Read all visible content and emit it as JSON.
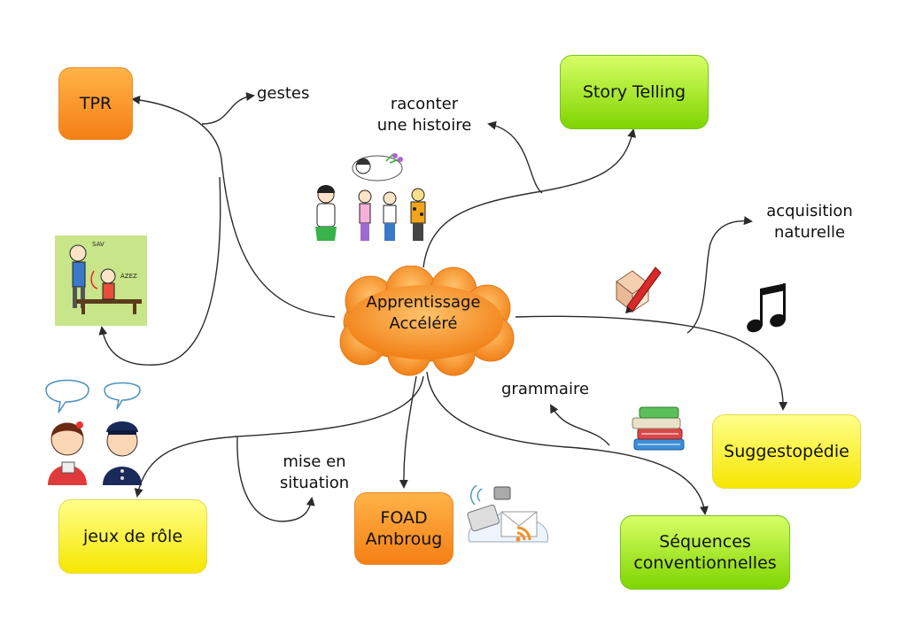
{
  "center": {
    "line1": "Apprentissage",
    "line2": "Accéléré"
  },
  "nodes": {
    "tpr": "TPR",
    "story": "Story Telling",
    "suggesto": "Suggestopédie",
    "sequences_1": "Séquences",
    "sequences_2": "conventionnelles",
    "foad_1": "FOAD",
    "foad_2": "Ambroug",
    "jeux": "jeux de rôle"
  },
  "labels": {
    "gestes": "gestes",
    "raconter_1": "raconter",
    "raconter_2": "une histoire",
    "acquisition_1": "acquisition",
    "acquisition_2": "naturelle",
    "grammaire": "grammaire",
    "mise_1": "mise en",
    "mise_2": "situation"
  },
  "images": {
    "tpr_scene": {
      "labels": [
        "SAV",
        "ÀZEZ"
      ]
    }
  },
  "colors": {
    "orange": "#f47f16",
    "green": "#7fd400",
    "yellow": "#f6e600",
    "line": "#2b2b2b"
  }
}
